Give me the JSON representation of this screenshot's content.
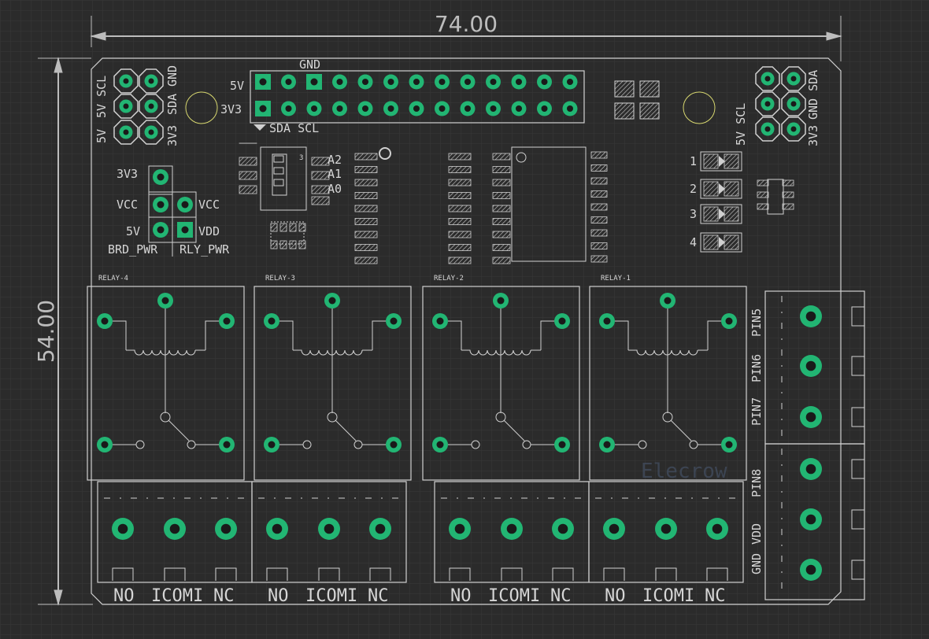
{
  "colors": {
    "background": "#2b2b2b",
    "grid": "#3a3a3a",
    "outline": "#d0d0d0",
    "pad": "#22b573",
    "silk": "#c8c8c8",
    "dimension": "#bdbdbd"
  },
  "dimensions": {
    "width": "74.00",
    "height": "54.00"
  },
  "header_labels": {
    "gnd": "GND",
    "v5": "5V",
    "v3": "3V3",
    "sda_scl": "SDA SCL"
  },
  "i2c_left": {
    "top_left": "5V SCL",
    "top_right": "GND",
    "mid_right": "SDA",
    "bottom_left": "5V",
    "bottom_right": "3V3"
  },
  "i2c_right": {
    "left": "5V SCL",
    "right": "GND SDA",
    "bottom": "3V3"
  },
  "address_labels": [
    "A2",
    "A1",
    "A0"
  ],
  "power_jumper": {
    "v3": "3V3",
    "vcc_left": "VCC",
    "vcc_right": "VCC",
    "v5": "5V",
    "vdd": "VDD",
    "brd_pwr": "BRD_PWR",
    "rly_pwr": "RLY_PWR"
  },
  "led_labels": [
    "1",
    "2",
    "3",
    "4"
  ],
  "relays": [
    {
      "name": "RELAY-4"
    },
    {
      "name": "RELAY-3"
    },
    {
      "name": "RELAY-2"
    },
    {
      "name": "RELAY-1"
    }
  ],
  "terminal_labels": [
    "NO",
    "ICOMI",
    "NC"
  ],
  "side_terminal": {
    "top": [
      "PIN5",
      "PIN6",
      "PIN7"
    ],
    "bottom": [
      "PIN8",
      "VDD",
      "GND"
    ]
  },
  "watermark": "Elecrow"
}
